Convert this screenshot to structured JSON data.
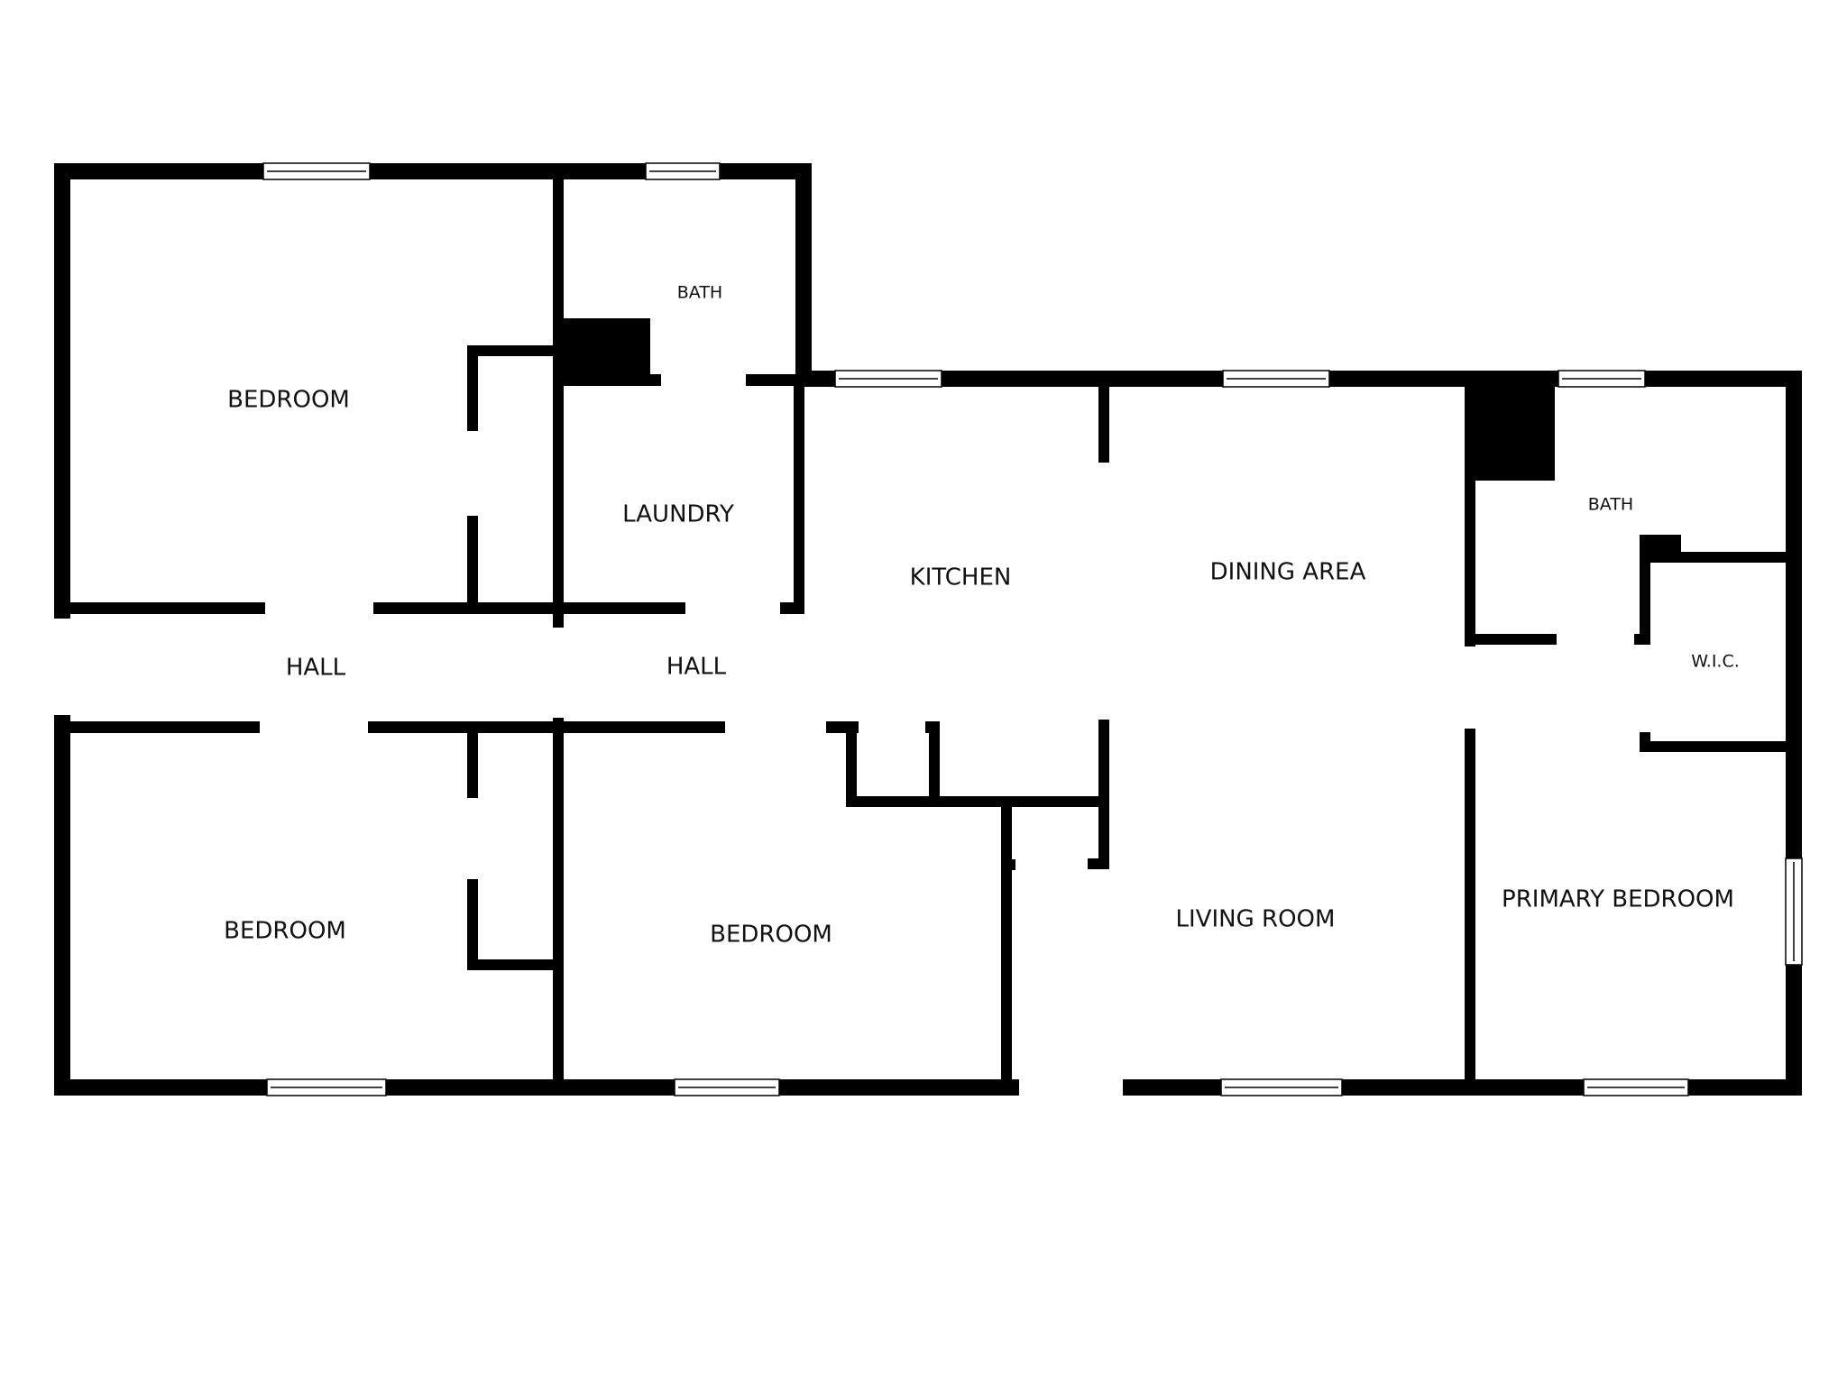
{
  "colors": {
    "wall": "#000000",
    "background": "#ffffff",
    "text": "#111111"
  },
  "rooms": {
    "bedroom_top_left": "BEDROOM",
    "bath_top": "BATH",
    "laundry": "LAUNDRY",
    "hall_left": "HALL",
    "hall_right": "HALL",
    "kitchen": "KITCHEN",
    "dining_area": "DINING AREA",
    "bath_right": "BATH",
    "wic": "W.I.C.",
    "bedroom_bottom_left": "BEDROOM",
    "bedroom_bottom_middle": "BEDROOM",
    "living_room": "LIVING ROOM",
    "primary_bedroom": "PRIMARY BEDROOM"
  }
}
